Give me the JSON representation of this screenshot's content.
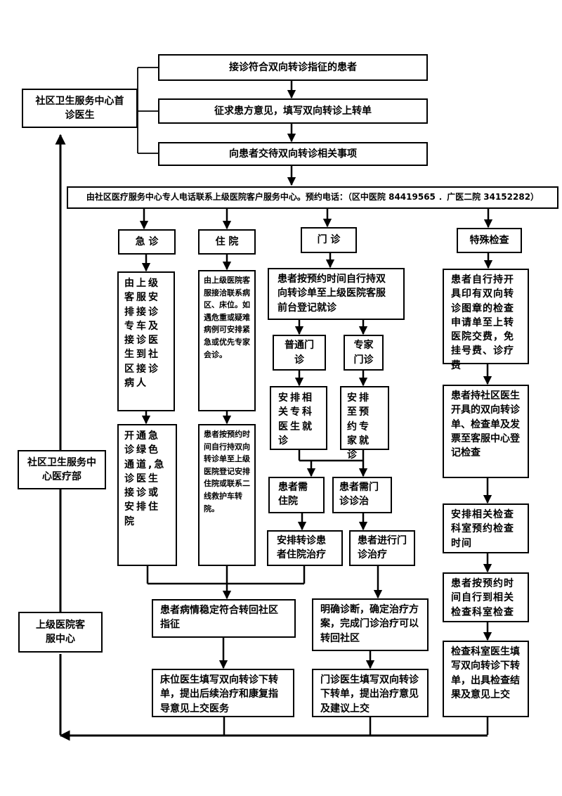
{
  "header": {
    "receive": "接诊符合双向转诊指征的患者",
    "consent": "征求患方意见，填写双向转诊上转单",
    "explain": "向患者交待双向转诊相关事项"
  },
  "left": {
    "first_doctor": "社区卫生服务中心首诊医生",
    "medical_dept": "社区卫生服务中心医疗部",
    "hospital_service": "上级医院客服中心"
  },
  "contact_bar": "由社区医疗服务中心专人电话联系上级医院客户服务中心。预约电话：（区中医院 84419565 ．广医二院 34152282）",
  "branches": {
    "emergency": "急 诊",
    "inpatient": "住 院",
    "outpatient": "门 诊",
    "special": "特殊检查"
  },
  "emergency": {
    "step1": "由上级客服安排接诊专车及接诊医生到社区接诊病人",
    "step2": "开通急诊绿色通道,急诊医生接诊或安排住院"
  },
  "inpatient": {
    "step1": "由上级医院客服接洽联系病区、床位。如遇危重或疑难病例可安排紧急或优先专家会诊。",
    "step2": "患者按预约时间自行持双向转诊单至上级医院登记安排住院或联系二线救护车转院。"
  },
  "outpatient": {
    "step1": "患者按预约时间自行持双向转诊单至上级医院客服前台登记就诊",
    "general": "普通门诊",
    "expert": "专家门诊",
    "general_action": "安排相关专科医生就诊",
    "expert_action": "安排至预约专家就诊",
    "need_inpatient": "患者需住院",
    "need_outpatient": "患者需门诊诊治",
    "arrange_inpatient": "安排转诊患者住院治疗",
    "do_outpatient": "患者进行门诊治疗"
  },
  "special": {
    "step1": "患者自行持开具印有双向转诊图章的检查申请单至上转医院交费，免挂号费、诊疗费",
    "step2": "患者持社区医生开具的双向转诊单、检查单及发票至客服中心登记检查",
    "step3": "安排相关检查科室预约检查时间",
    "step4": "患者按预约时间自行到相关检查科室检查",
    "step5": "检查科室医生填写双向转诊下转单，出具检查结果及意见上交"
  },
  "outcomes": {
    "stable": "患者病情稳定符合转回社区指征",
    "ward_doctor": "床位医生填写双向转诊下转单，提出后续治疗和康复指导意见上交医务",
    "diagnosis": "明确诊断，确定治疗方案，完成门诊治疗可以转回社区",
    "clinic_doctor": "门诊医生填写双向转诊下转单，提出治疗意见及建议上交"
  }
}
